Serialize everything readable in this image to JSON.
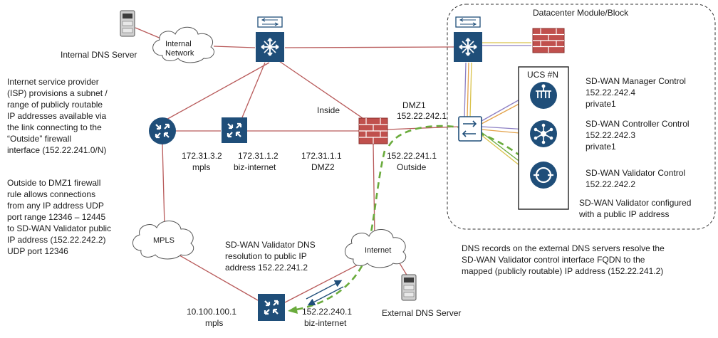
{
  "labels": {
    "datacenter": "Datacenter Module/Block",
    "ucs": "UCS #N",
    "internal_dns": "Internal DNS Server",
    "internal_network_line1": "Internal",
    "internal_network_line2": "Network",
    "inside": "Inside",
    "dmz1_name": "DMZ1",
    "dmz1_ip": "152.22.242.1",
    "outside_ip": "152.22.241.1",
    "outside_name": "Outside",
    "dmz2_ip": "172.31.1.1",
    "dmz2_name": "DMZ2",
    "bizinet_ip": "172.31.1.2",
    "bizinet_name": "biz-internet",
    "mpls_ip": "172.31.3.2",
    "mpls_name": "mpls",
    "mpls_cloud": "MPLS",
    "internet_cloud": "Internet",
    "branch_mpls_ip": "10.100.100.1",
    "branch_mpls_name": "mpls",
    "branch_bizinet_ip": "152.22.240.1",
    "branch_bizinet_name": "biz-internet",
    "external_dns": "External DNS Server"
  },
  "controllers": [
    {
      "name": "SD-WAN Manager Control",
      "ip": "152.22.242.4",
      "extra": "private1"
    },
    {
      "name": "SD-WAN Controller Control",
      "ip": "152.22.242.3",
      "extra": "private1"
    },
    {
      "name": "SD-WAN Validator Control",
      "ip": "152.22.242.2",
      "extra": ""
    }
  ],
  "notes": {
    "validator_public": [
      "SD-WAN Validator configured",
      "with a public IP address"
    ],
    "isp": [
      "Internet service provider",
      "(ISP) provisions a subnet /",
      "range of publicly routable",
      "IP addresses available via",
      "the link connecting to the",
      "“Outside” firewall",
      "interface (152.22.241.0/N)"
    ],
    "rule": [
      "Outside to DMZ1 firewall",
      "rule allows connections",
      "from any IP address UDP",
      "port range 12346 – 12445",
      "to SD-WAN  Validator public",
      "IP address (152.22.242.2)",
      "UDP port 12346"
    ],
    "dns_resolution": [
      "SD-WAN Validator DNS",
      "resolution to public IP",
      "address 152.22.241.2"
    ],
    "dns_records": [
      "DNS records on the external DNS servers resolve the",
      "SD-WAN Validator control interface FQDN to the",
      "mapped (publicly routable) IP address (152.22.241.2)"
    ]
  },
  "colors": {
    "link": "#b85a5a",
    "device": "#1f4e79",
    "green": "#6aab3c",
    "orange": "#e3a24a",
    "purple": "#8d80c4",
    "yellow": "#d9c24a",
    "firewall": "#c0504d"
  }
}
